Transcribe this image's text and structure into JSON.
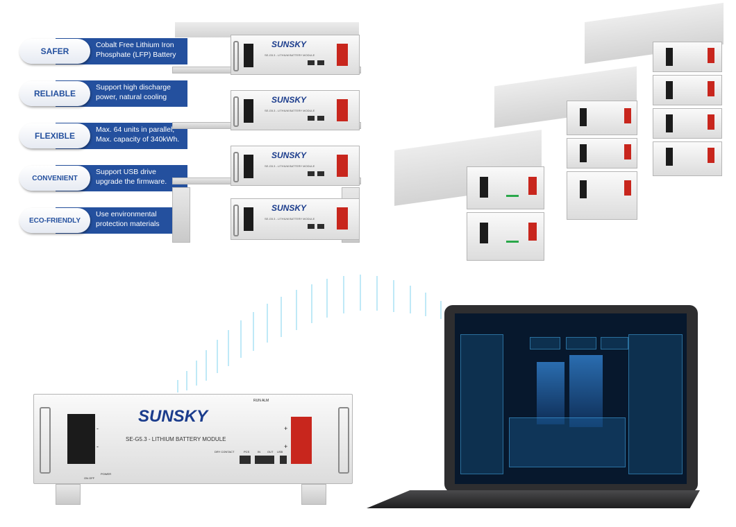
{
  "features": [
    {
      "badge": "SAFER",
      "line1": "Cobalt Free Lithium Iron",
      "line2": "Phosphate (LFP) Battery"
    },
    {
      "badge": "RELIABLE",
      "line1": "Support high discharge",
      "line2": "power, natural cooling"
    },
    {
      "badge": "FLEXIBLE",
      "line1": "Max. 64 units in parallel,",
      "line2": "Max. capacity of 340kWh."
    },
    {
      "badge": "CONVENIENT",
      "line1": "Support USB drive",
      "line2": "upgrade the firmware."
    },
    {
      "badge": "ECO-FRIENDLY",
      "line1": "Use environmental",
      "line2": "protection materials"
    }
  ],
  "brand": "SUNSKY",
  "module_label_small": "SE-G5.3 - LITHIUM BATTERY MODULE",
  "module_label_large": "SE-G5.3 - LITHIUM BATTERY MODULE",
  "front_panel": {
    "run_alm": "RUN ALM",
    "dry_contact": "DRY CONTACT",
    "pcs": "PCS",
    "in": "IN",
    "out": "OUT",
    "usb": "USB",
    "power": "POWER",
    "on_off": "ON OFF",
    "plus": "+",
    "minus": "-"
  },
  "colors": {
    "badge_text": "#24509e",
    "bar": "#24509e",
    "accent_red": "#c8261d",
    "brand_blue": "#1b3c8c"
  },
  "icons": [
    "wireless-signal-icon"
  ]
}
